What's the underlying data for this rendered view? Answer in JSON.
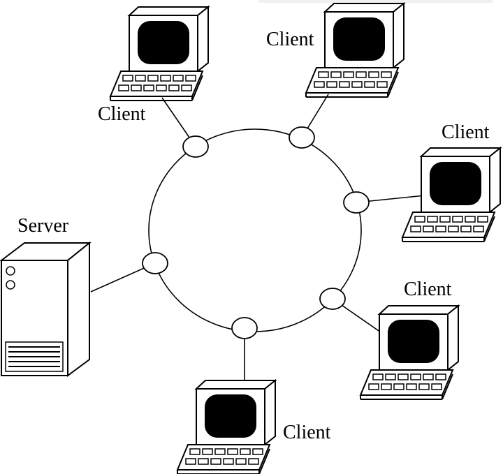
{
  "diagram": {
    "server": {
      "label": "Server"
    },
    "clients": [
      {
        "label": "Client"
      },
      {
        "label": "Client"
      },
      {
        "label": "Client"
      },
      {
        "label": "Client"
      },
      {
        "label": "Client"
      }
    ]
  }
}
